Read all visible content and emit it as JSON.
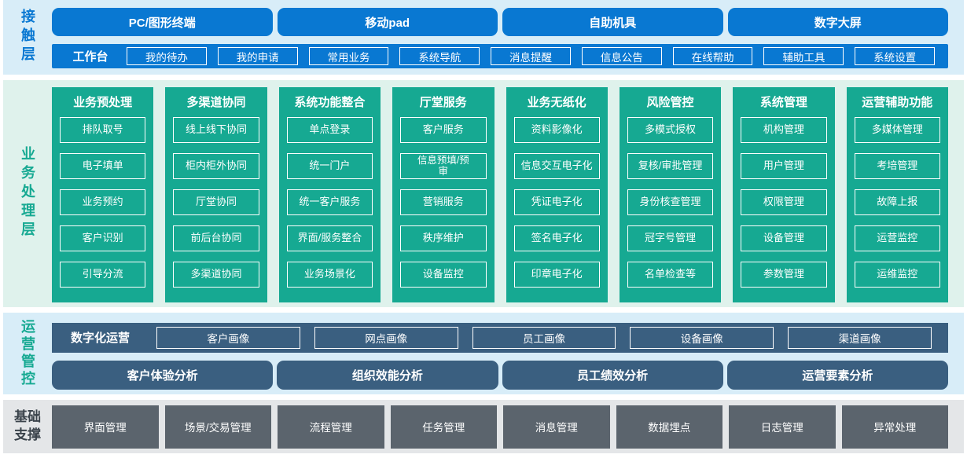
{
  "colors": {
    "accent_blue": "#0978d2",
    "teal": "#16a992",
    "slate_blue": "#3a5f80",
    "steel_gray": "#5b646d",
    "band_blue": "#d8edf8",
    "band_green": "#dff2ec",
    "band_gray": "#e4e6e8",
    "label_dark": "#3a434b"
  },
  "contact": {
    "label": "接触层",
    "terminals": [
      "PC/图形终端",
      "移动pad",
      "自助机具",
      "数字大屏"
    ],
    "workbench": {
      "label": "工作台",
      "items": [
        "我的待办",
        "我的申请",
        "常用业务",
        "系统导航",
        "消息提醒",
        "信息公告",
        "在线帮助",
        "辅助工具",
        "系统设置"
      ]
    }
  },
  "business": {
    "label": "业务处理层",
    "columns": [
      {
        "header": "业务预处理",
        "items": [
          "排队取号",
          "电子填单",
          "业务预约",
          "客户识别",
          "引导分流"
        ]
      },
      {
        "header": "多渠道协同",
        "items": [
          "线上线下协同",
          "柜内柜外协同",
          "厅堂协同",
          "前后台协同",
          "多渠道协同"
        ]
      },
      {
        "header": "系统功能整合",
        "items": [
          "单点登录",
          "统一门户",
          "统一客户服务",
          "界面/服务整合",
          "业务场景化"
        ]
      },
      {
        "header": "厅堂服务",
        "items": [
          "客户服务",
          "信息预填/预审",
          "营销服务",
          "秩序维护",
          "设备监控"
        ]
      },
      {
        "header": "业务无纸化",
        "items": [
          "资料影像化",
          "信息交互电子化",
          "凭证电子化",
          "签名电子化",
          "印章电子化"
        ]
      },
      {
        "header": "风险管控",
        "items": [
          "多模式授权",
          "复核/审批管理",
          "身份核查管理",
          "冠字号管理",
          "名单检查等"
        ]
      },
      {
        "header": "系统管理",
        "items": [
          "机构管理",
          "用户管理",
          "权限管理",
          "设备管理",
          "参数管理"
        ]
      },
      {
        "header": "运营辅助功能",
        "items": [
          "多媒体管理",
          "考培管理",
          "故障上报",
          "运营监控",
          "运维监控"
        ]
      }
    ]
  },
  "operations": {
    "label": "运营管控",
    "digital": {
      "label": "数字化运营",
      "items": [
        "客户画像",
        "网点画像",
        "员工画像",
        "设备画像",
        "渠道画像"
      ]
    },
    "analysis": [
      "客户体验分析",
      "组织效能分析",
      "员工绩效分析",
      "运营要素分析"
    ]
  },
  "foundation": {
    "label": "基础支撑",
    "items": [
      "界面管理",
      "场景/交易管理",
      "流程管理",
      "任务管理",
      "消息管理",
      "数据埋点",
      "日志管理",
      "异常处理"
    ]
  }
}
